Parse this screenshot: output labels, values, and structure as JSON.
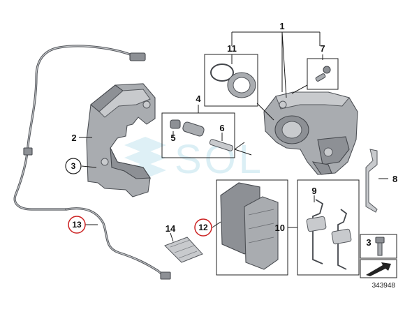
{
  "diagram": {
    "callouts": {
      "c1": "1",
      "c2": "2",
      "c3_left": "3",
      "c3_box": "3",
      "c4": "4",
      "c5": "5",
      "c6": "6",
      "c7": "7",
      "c8": "8",
      "c9": "9",
      "c10": "10",
      "c11": "11",
      "c12": "12",
      "c13": "13",
      "c14": "14"
    },
    "watermark": "SOL",
    "reference_number": "343948",
    "colors": {
      "highlight_circle": "#cc2222",
      "part_gray": "#a9acb0",
      "watermark": "#bfe3ee"
    }
  }
}
